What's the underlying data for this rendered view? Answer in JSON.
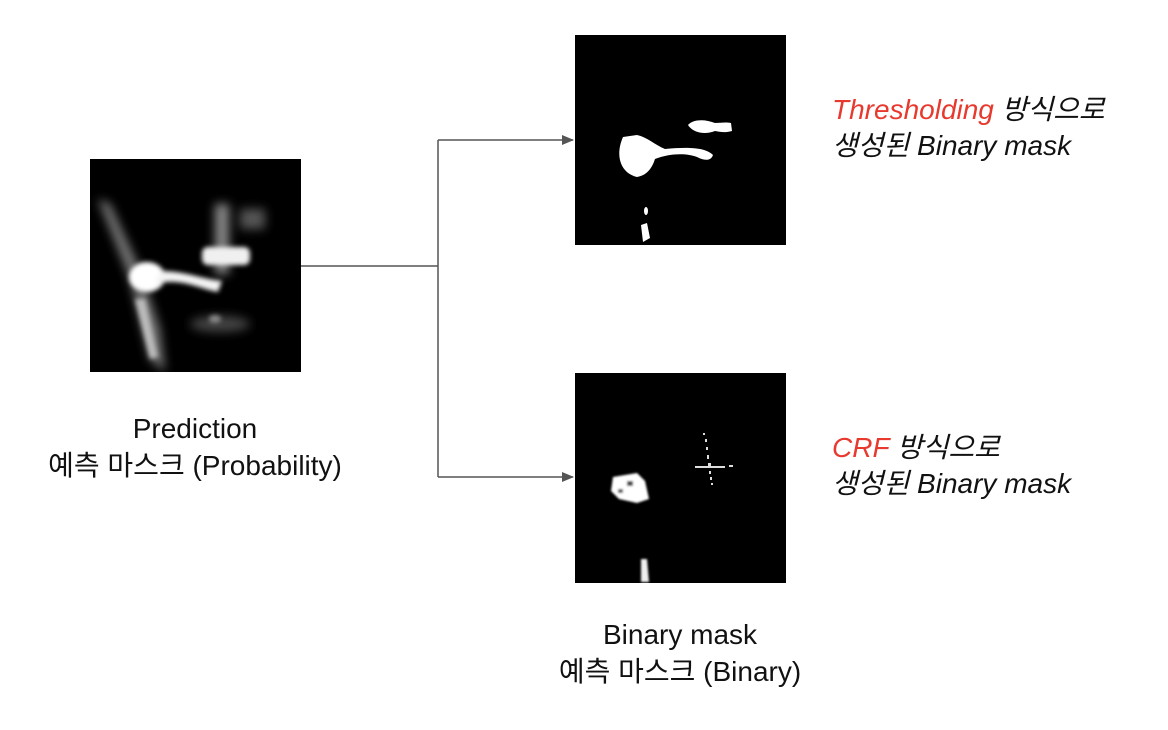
{
  "colors": {
    "accent": "#e8392e",
    "arrow": "#555555",
    "mask_background": "#000000",
    "mask_foreground": "#ffffff"
  },
  "prediction_caption": {
    "line1": "Prediction",
    "line2": "예측 마스크 (Probability)"
  },
  "binary_caption": {
    "line1": "Binary mask",
    "line2": "예측 마스크 (Binary)"
  },
  "thresholding_label": {
    "method": "Thresholding",
    "suffix": " 방식으로",
    "line2": "생성된 Binary mask"
  },
  "crf_label": {
    "method": "CRF",
    "suffix": " 방식으로",
    "line2": "생성된 Binary mask"
  }
}
